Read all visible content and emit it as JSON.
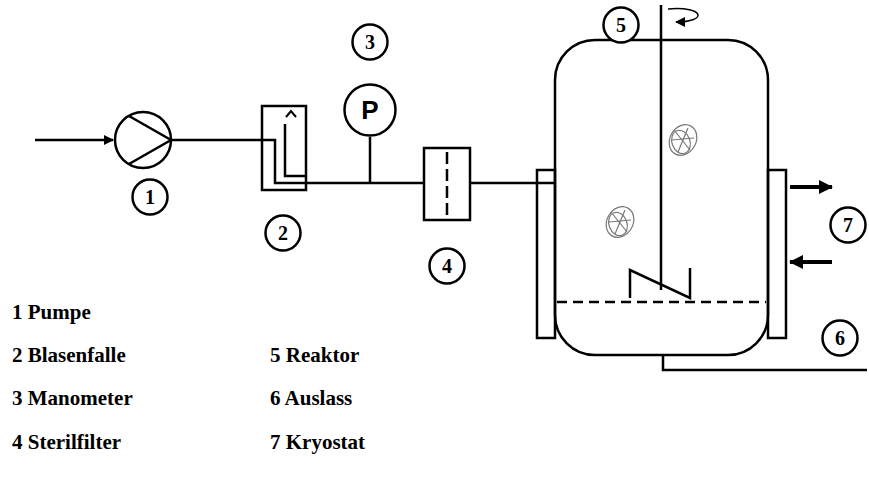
{
  "diagram": {
    "nodes": [
      {
        "text": [
          "3"
        ]
      },
      {
        "text": [
          "5"
        ]
      },
      {
        "text": [
          "P"
        ]
      },
      {
        "text": [
          "1"
        ]
      },
      {
        "text": [
          "7"
        ]
      },
      {
        "text": [
          "2"
        ]
      },
      {
        "text": [
          "4"
        ]
      },
      {
        "text": [
          "6"
        ]
      }
    ],
    "labels": [
      "1 Pumpe",
      "2 Blasenfalle",
      "3 Manometer",
      "4 Sterilfilter",
      "5 Reaktor",
      "6 Auslass",
      "7 Kryostat"
    ]
  }
}
